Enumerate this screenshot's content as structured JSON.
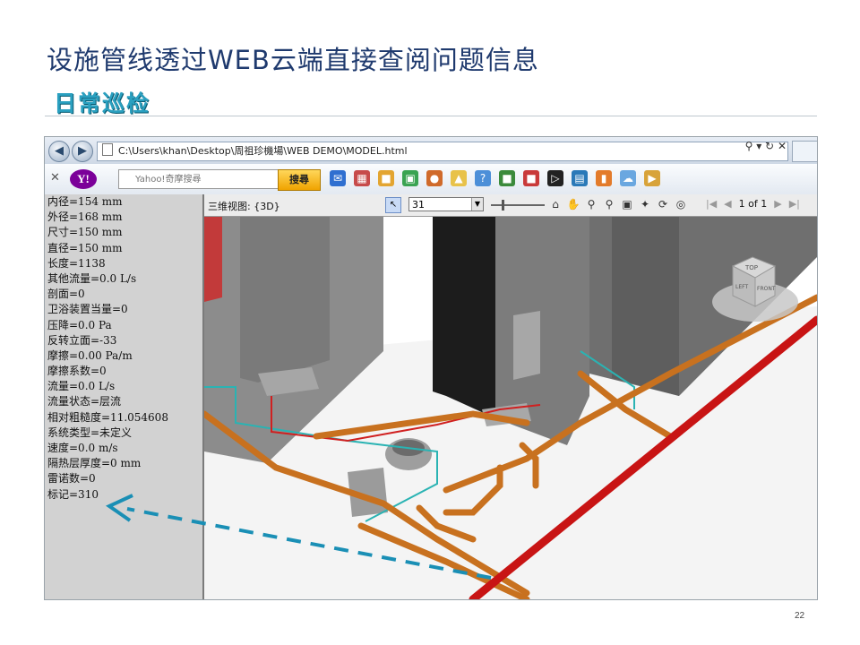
{
  "slide": {
    "title": "设施管线透过WEB云端直接查阅问题信息",
    "subtitle": "日常巡检",
    "page_number": "22"
  },
  "browser": {
    "address": "C:\\Users\\khan\\Desktop\\周祖珍機場\\WEB DEMO\\MODEL.html",
    "search_placeholder": "Yahoo!奇摩搜尋",
    "search_button": "搜尋",
    "yahoo_label": "Y!"
  },
  "properties": [
    "内径=154 mm",
    "外径=168 mm",
    "尺寸=150 mm",
    "直径=150 mm",
    "长度=1138",
    "其他流量=0.0 L/s",
    "剖面=0",
    "卫浴装置当量=0",
    "压降=0.0 Pa",
    "反转立面=-33",
    "摩擦=0.00 Pa/m",
    "摩擦系数=0",
    "流量=0.0 L/s",
    "流量状态=层流",
    "相对粗糙度=11.054608",
    "系统类型=未定义",
    "速度=0.0 m/s",
    "隔热层厚度=0 mm",
    "雷诺数=0",
    "标记=310"
  ],
  "viewer": {
    "view_label": "三维视图: {3D}",
    "scale_value": "31",
    "page_indicator": "1 of 1",
    "viewcube": {
      "top": "TOP",
      "left": "LEFT",
      "front": "FRONT"
    }
  },
  "colors": {
    "title": "#1f3a6e",
    "subtitle": "#2aa0c0",
    "pipe_orange": "#c8711f",
    "pipe_red": "#c81414",
    "pipe_cyan": "#2ab3b3",
    "arrow": "#1a8fb5"
  }
}
